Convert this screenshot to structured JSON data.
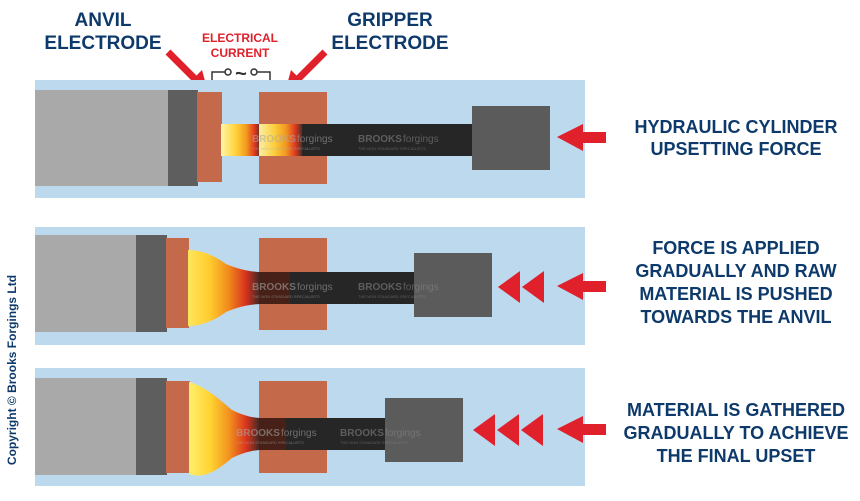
{
  "labels": {
    "anvil_line1": "ANVIL",
    "anvil_line2": "ELECTRODE",
    "gripper_line1": "GRIPPER",
    "gripper_line2": "ELECTRODE",
    "current_line1": "ELECTRICAL",
    "current_line2": "CURRENT",
    "current_symbol": "~"
  },
  "stages": [
    {
      "caption_line1": "HYDRAULIC CYLINDER",
      "caption_line2": "UPSETTING FORCE",
      "caption_line3": ""
    },
    {
      "caption_line1": "FORCE IS APPLIED",
      "caption_line2": "GRADUALLY AND RAW",
      "caption_line3": "MATERIAL IS PUSHED",
      "caption_line4": "TOWARDS THE ANVIL"
    },
    {
      "caption_line1": "MATERIAL IS GATHERED",
      "caption_line2": "GRADUALLY TO ACHIEVE",
      "caption_line3": "THE FINAL UPSET"
    }
  ],
  "watermark": {
    "brand_bold": "BROOKS",
    "brand_light": "forgings",
    "tagline": "THE NON STANDARD SPECIALISTS"
  },
  "copyright": "Copyright © Brooks Forgings Ltd",
  "colors": {
    "panel_bg": "#bcd9ee",
    "label_navy": "#0e3a6b",
    "accent_red": "#e0202a",
    "anvil_grey": "#a9a9a9",
    "anvil_plate": "#5e5e5e",
    "electrode_copper": "#c46a4a",
    "bar_black": "#262626",
    "cylinder_grey": "#5b5b5b"
  },
  "icons": {
    "pointer_arrow": "red-arrow-icon",
    "chevron": "red-chevron-icon",
    "current_source": "ac-source-icon"
  }
}
